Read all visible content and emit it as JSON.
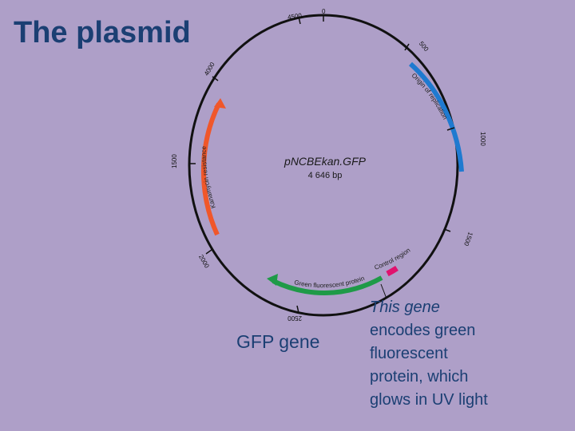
{
  "slide": {
    "title": "The plasmid",
    "gfp_label": "GFP gene",
    "description_lines": [
      "This gene",
      "encodes green",
      "fluorescent",
      "protein, which",
      "glows in UV light"
    ]
  },
  "plasmid": {
    "name": "pNCBEkan.GFP",
    "size": "4 646 bp",
    "ticks": [
      "0",
      "4500",
      "500",
      "4000",
      "1000",
      "1500",
      "1500",
      "2000",
      "2500"
    ],
    "features": [
      {
        "label": "Origin of replication",
        "color": "#1f7ad0"
      },
      {
        "label": "Kanamycin resistance",
        "color": "#f0572a"
      },
      {
        "label": "Green fluorescent protein",
        "color": "#1f9a48"
      },
      {
        "label": "Control region",
        "color": "#e0126e"
      }
    ]
  },
  "colors": {
    "background": "#ae9fc8",
    "text": "#1b3f73",
    "circle": "#111111"
  }
}
